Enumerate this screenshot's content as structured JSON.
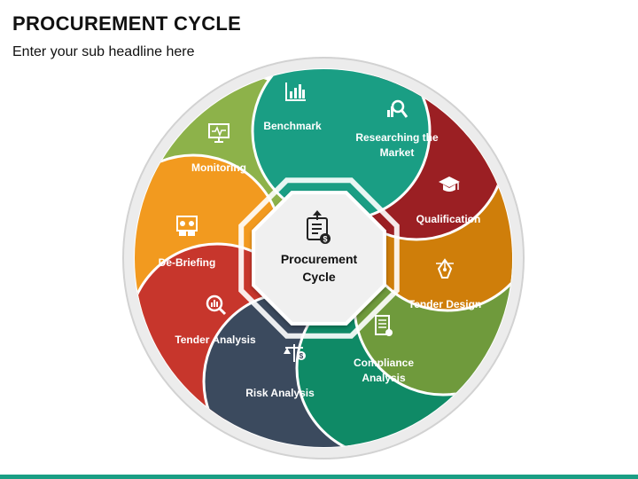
{
  "header": {
    "title": "PROCUREMENT CYCLE",
    "subtitle": "Enter your sub headline here"
  },
  "center": {
    "line1": "Procurement",
    "line2": "Cycle",
    "icon": "procurement-clipboard-icon"
  },
  "stages": [
    {
      "line1": "Benchmark",
      "line2": "",
      "icon": "bar-chart-icon",
      "color": "#1a9e84"
    },
    {
      "line1": "Researching the",
      "line2": "Market",
      "icon": "research-magnifier-icon",
      "color": "#9b1f23"
    },
    {
      "line1": "Qualification",
      "line2": "",
      "icon": "graduation-cap-icon",
      "color": "#cf7e0a"
    },
    {
      "line1": "Tender Design",
      "line2": "",
      "icon": "pen-nib-icon",
      "color": "#6f9a3c"
    },
    {
      "line1": "Compliance",
      "line2": "Analysis",
      "icon": "document-check-icon",
      "color": "#0f8a66"
    },
    {
      "line1": "Risk Analysis",
      "line2": "",
      "icon": "scale-money-icon",
      "color": "#3b4a5e"
    },
    {
      "line1": "Tender Analysis",
      "line2": "",
      "icon": "magnifier-chart-icon",
      "color": "#c7362c"
    },
    {
      "line1": "De-Briefing",
      "line2": "",
      "icon": "meeting-board-icon",
      "color": "#f29a1f"
    },
    {
      "line1": "Monitoring",
      "line2": "",
      "icon": "monitor-pulse-icon",
      "color": "#8db24a"
    }
  ],
  "footer_color": "#1a9e84"
}
